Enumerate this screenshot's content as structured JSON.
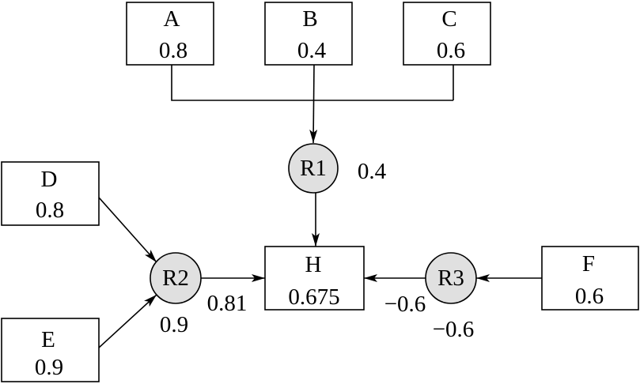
{
  "boxes": {
    "A": {
      "name": "A",
      "value": "0.8"
    },
    "B": {
      "name": "B",
      "value": "0.4"
    },
    "C": {
      "name": "C",
      "value": "0.6"
    },
    "D": {
      "name": "D",
      "value": "0.8"
    },
    "E": {
      "name": "E",
      "value": "0.9"
    },
    "F": {
      "name": "F",
      "value": "0.6"
    },
    "H": {
      "name": "H",
      "value": "0.675"
    }
  },
  "rules": {
    "R1": {
      "name": "R1",
      "value": "0.4"
    },
    "R2": {
      "name": "R2",
      "value": "0.9",
      "result": "0.81"
    },
    "R3": {
      "name": "R3",
      "value": "−0.6",
      "result": "−0.6"
    }
  },
  "colors": {
    "rule_fill": "#e0e0e0",
    "box_fill": "#ffffff",
    "stroke": "#000000"
  }
}
